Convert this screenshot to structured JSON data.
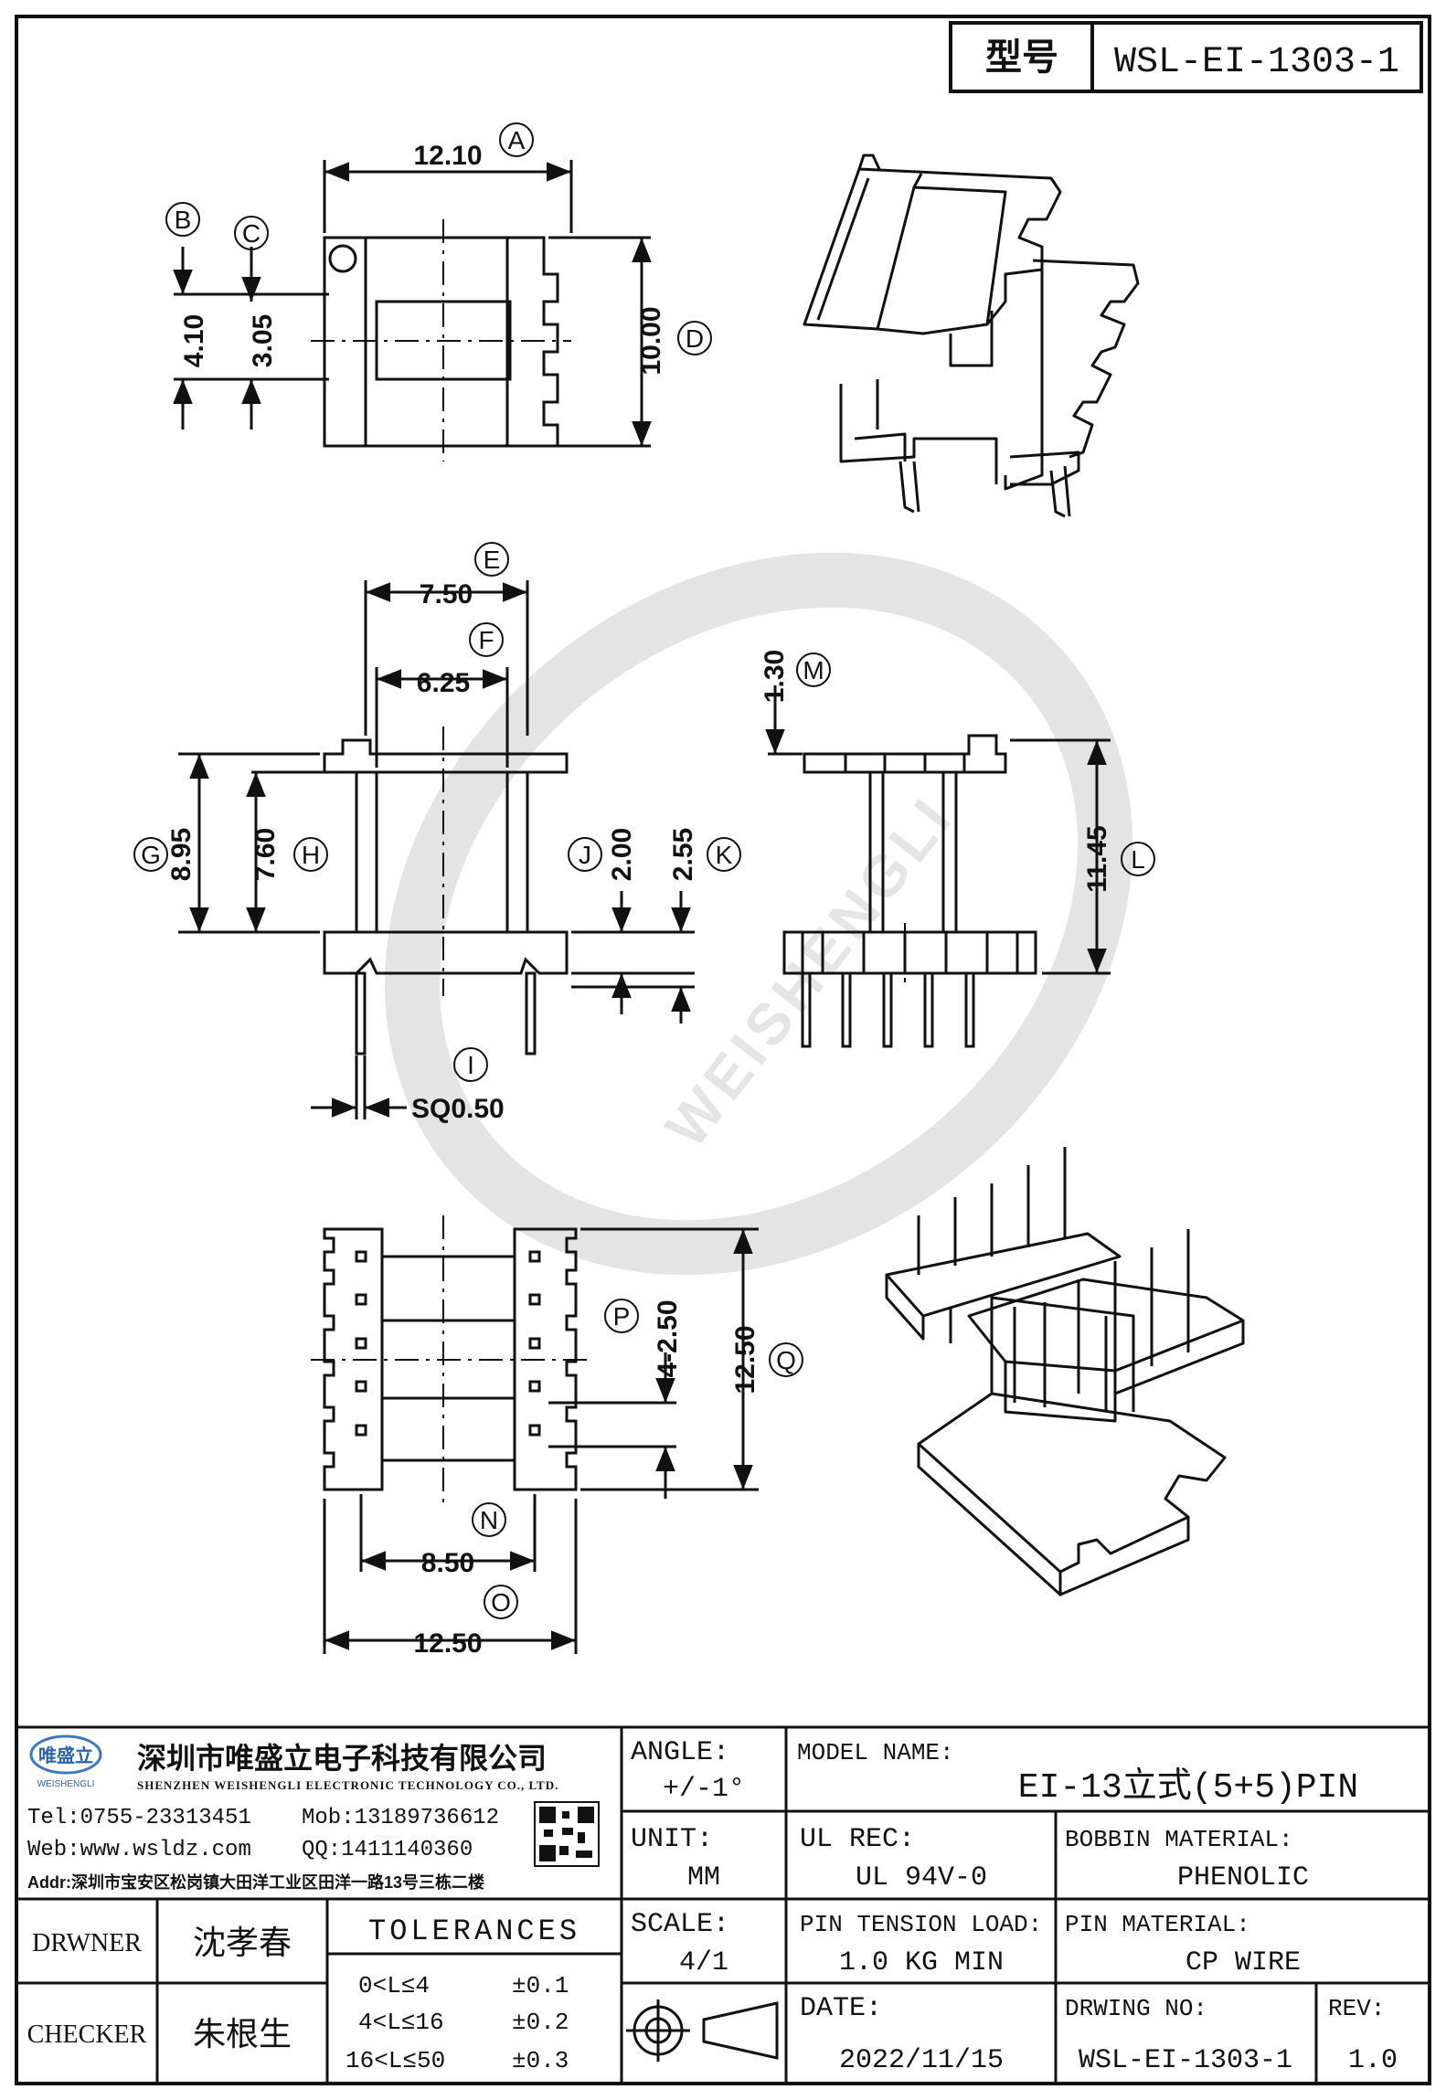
{
  "header": {
    "model_label": "型号",
    "model_value": "WSL-EI-1303-1"
  },
  "dimensions": {
    "A": {
      "letter": "A",
      "value": "12.10"
    },
    "B": {
      "letter": "B",
      "value": "4.10"
    },
    "C": {
      "letter": "C",
      "value": "3.05"
    },
    "D": {
      "letter": "D",
      "value": "10.00"
    },
    "E": {
      "letter": "E",
      "value": "7.50"
    },
    "F": {
      "letter": "F",
      "value": "6.25"
    },
    "G": {
      "letter": "G",
      "value": "8.95"
    },
    "H": {
      "letter": "H",
      "value": "7.60"
    },
    "I": {
      "letter": "I",
      "value": "SQ0.50"
    },
    "J": {
      "letter": "J",
      "value": "2.00"
    },
    "K": {
      "letter": "K",
      "value": "2.55"
    },
    "L": {
      "letter": "L",
      "value": "11.45"
    },
    "M": {
      "letter": "M",
      "value": "1.30"
    },
    "N": {
      "letter": "N",
      "value": "8.50"
    },
    "O": {
      "letter": "O",
      "value": "12.50"
    },
    "P": {
      "letter": "P",
      "value": "4-2.50"
    },
    "Q": {
      "letter": "Q",
      "value": "12.50"
    }
  },
  "watermark": {
    "text": "WEISHENGLI"
  },
  "company": {
    "logo_text": "唯盛立",
    "logo_sub": "WEISHENGLI",
    "name_cn": "深圳市唯盛立电子科技有限公司",
    "name_en": "SHENZHEN WEISHENGLI ELECTRONIC TECHNOLOGY CO., LTD.",
    "tel": "Tel:0755-23313451",
    "mob": "Mob:13189736612",
    "web": "Web:www.wsldz.com",
    "qq": "QQ:1411140360",
    "addr": "Addr:深圳市宝安区松岗镇大田洋工业区田洋一路13号三栋二楼"
  },
  "titleblock": {
    "angle_label": "ANGLE:",
    "angle_value": "+/-1°",
    "model_name_label": "MODEL NAME:",
    "model_name_value": "EI-13立式(5+5)PIN",
    "unit_label": "UNIT:",
    "unit_value": "MM",
    "ul_label": "UL REC:",
    "ul_value": "UL 94V-0",
    "bobbin_label": "BOBBIN MATERIAL:",
    "bobbin_value": "PHENOLIC",
    "scale_label": "SCALE:",
    "scale_value": "4/1",
    "pin_tension_label": "PIN TENSION LOAD:",
    "pin_tension_value": "1.0 KG MIN",
    "pin_material_label": "PIN MATERIAL:",
    "pin_material_value": "CP WIRE",
    "date_label": "DATE:",
    "date_value": "2022/11/15",
    "drawing_no_label": "DRWING NO:",
    "drawing_no_value": "WSL-EI-1303-1",
    "rev_label": "REV:",
    "rev_value": "1.0",
    "drawer_label": "DRWNER",
    "drawer_name": "沈孝春",
    "checker_label": "CHECKER",
    "checker_name": "朱根生",
    "tolerances_label": "TOLERANCES",
    "tolerances": [
      {
        "range": "0<L≤4",
        "value": "±0.1"
      },
      {
        "range": "4<L≤16",
        "value": "±0.2"
      },
      {
        "range": "16<L≤50",
        "value": "±0.3"
      }
    ]
  }
}
